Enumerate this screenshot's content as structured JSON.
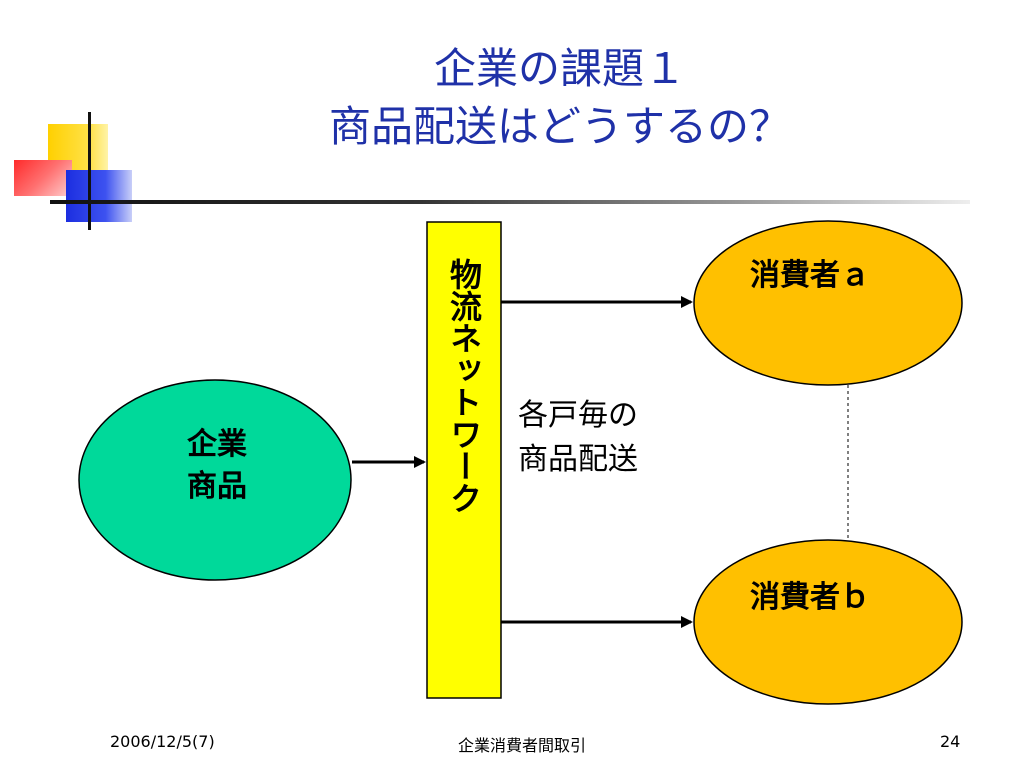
{
  "slide": {
    "title_line1": "企業の課題１",
    "title_line2": "商品配送はどうするの？"
  },
  "diagram": {
    "company": {
      "line1": "企業",
      "line2": "商品"
    },
    "network_label": "物流ネットワーク",
    "delivery": {
      "line1": "各戸毎の",
      "line2": "商品配送"
    },
    "consumer_a": "消費者ａ",
    "consumer_b": "消費者ｂ"
  },
  "footer": {
    "date": "2006/12/5(7)",
    "center": "企業消費者間取引",
    "page_number": "24"
  },
  "colors": {
    "title": "#1f31a8",
    "company_fill": "#00d99a",
    "consumer_fill": "#ffc000",
    "network_fill": "#ffff00"
  }
}
